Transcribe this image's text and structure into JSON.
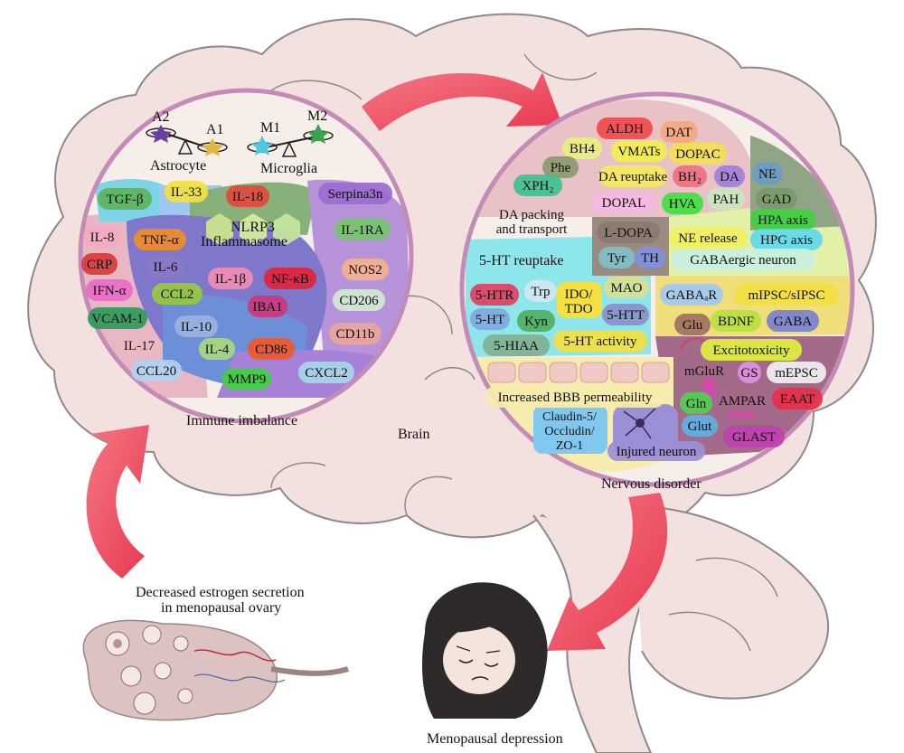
{
  "captions": {
    "brain": "Brain",
    "immune": "Immune imbalance",
    "nervous": "Nervous disorder",
    "ovary_line1": "Decreased estrogen secretion",
    "ovary_line2": "in menopausal ovary",
    "depression": "Menopausal depression",
    "astrocyte": "Astrocyte",
    "a1": "A1",
    "a2": "A2",
    "microglia": "Microglia",
    "m1": "M1",
    "m2": "M2"
  },
  "left_labels": {
    "tgfb": "TGF-β",
    "il33": "IL-33",
    "il18": "IL-18",
    "serpina3n": "Serpina3n",
    "nlrp3_1": "NLRP3",
    "nlrp3_2": "Inflammasome",
    "il8": "IL-8",
    "tnfa": "TNF-α",
    "il1ra": "IL-1RA",
    "crp": "CRP",
    "il6": "IL-6",
    "il1b": "IL-1β",
    "nfkb": "NF-κB",
    "nos2": "NOS2",
    "ifna": "IFN-α",
    "ccl2": "CCL2",
    "iba1": "IBA1",
    "cd206": "CD206",
    "vcam1": "VCAM-1",
    "il10": "IL-10",
    "cd11b": "CD11b",
    "il17": "IL-17",
    "il4": "IL-4",
    "cd86": "CD86",
    "ccl20": "CCL20",
    "mmp9": "MMP9",
    "cxcl2": "CXCL2"
  },
  "right_labels": {
    "aldh": "ALDH",
    "dat": "DAT",
    "bh4": "BH4",
    "vmats": "VMATs",
    "dopac": "DOPAC",
    "phe": "Phe",
    "da_reuptake": "DA reuptake",
    "bh2": "BH₂",
    "da": "DA",
    "ne": "NE",
    "xph2": "XPH₂",
    "pah": "PAH",
    "gad": "GAD",
    "dopal": "DOPAL",
    "hva": "HVA",
    "da_pack_1": "DA packing",
    "da_pack_2": "and transport",
    "ldopa": "L-DOPA",
    "hpa": "HPA axis",
    "ne_release": "NE release",
    "hpg": "HPG axis",
    "tyr": "Tyr",
    "th": "TH",
    "gaba_neuron": "GABAergic neuron",
    "ht_reuptake": "5-HT reuptake",
    "htr": "5-HTR",
    "trp": "Trp",
    "ido_1": "IDO/",
    "ido_2": "TDO",
    "mao": "MAO",
    "ht": "5-HT",
    "kyn": "Kyn",
    "htt": "5-HTT",
    "hiaa": "5-HIAA",
    "ht_activity": "5-HT activity",
    "gabaar": "GABAₐR",
    "mipsc": "mIPSC/sIPSC",
    "glu": "Glu",
    "bdnf": "BDNF",
    "gaba": "GABA",
    "excito": "Excitotoxicity",
    "mglur": "mGluR",
    "gs": "GS",
    "mepsc": "mEPSC",
    "bbb": "Increased BBB permeability",
    "gln": "Gln",
    "ampar": "AMPAR",
    "eaat": "EAAT",
    "claudin_1": "Claudin-5/",
    "claudin_2": "Occludin/",
    "claudin_3": "ZO-1",
    "glut": "Glut",
    "glast": "GLAST",
    "injured": "Injured neuron"
  },
  "colors": {
    "brain_fill": "#f2e1df",
    "brain_stroke": "#8a8a8a",
    "circle_stroke": "#c48bb8",
    "arrow": "#f0566a"
  }
}
